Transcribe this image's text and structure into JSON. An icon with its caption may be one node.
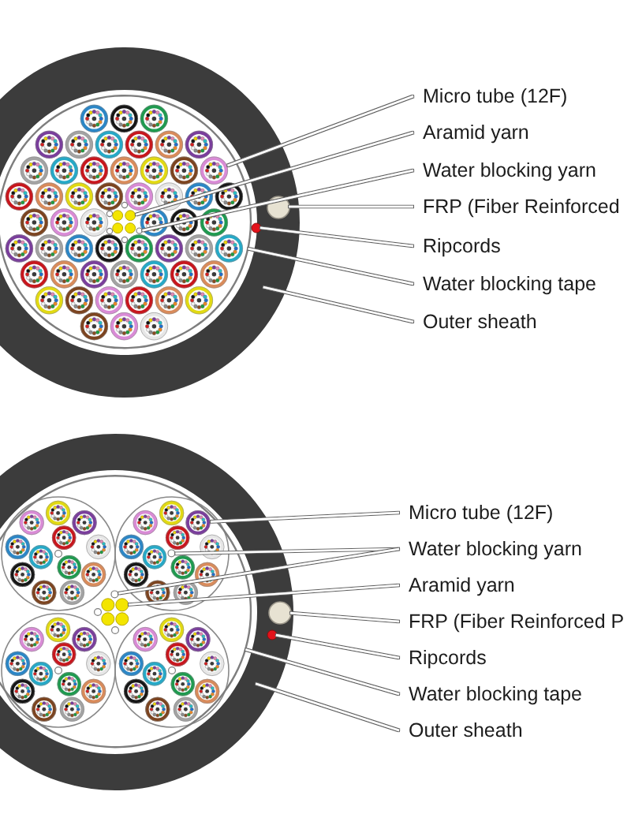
{
  "diagram": {
    "nodes": [
      {
        "text": [
          "Micro tube (12F)"
        ]
      },
      {
        "text": [
          "Aramid yarn"
        ]
      },
      {
        "text": [
          "Water blocking yarn"
        ]
      },
      {
        "text": [
          "FRP (Fiber Reinforced"
        ]
      },
      {
        "text": [
          "Ripcords"
        ]
      },
      {
        "text": [
          "Water blocking tape"
        ]
      },
      {
        "text": [
          "Outer sheath"
        ]
      },
      {
        "text": [
          "Micro tube (12F)"
        ]
      },
      {
        "text": [
          "Water blocking yarn"
        ]
      },
      {
        "text": [
          "Aramid yarn"
        ]
      },
      {
        "text": [
          "FRP (Fiber Reinforced P"
        ]
      },
      {
        "text": [
          "Ripcords"
        ]
      },
      {
        "text": [
          "Water blocking tape"
        ]
      },
      {
        "text": [
          "Outer sheath"
        ]
      },
      {
        "text": [],
        "shape": "ring"
      },
      {
        "text": [],
        "shape": "ring",
        "in": 14
      },
      {
        "text": [],
        "shape": "circle",
        "in": 15
      },
      {
        "text": [],
        "shape": "circle",
        "in": 16
      },
      {
        "text": [],
        "shape": "circle",
        "in": 16
      },
      {
        "text": [],
        "shape": "circle",
        "in": 14
      },
      {
        "text": [],
        "shape": "circle",
        "in": 14
      },
      {
        "text": [],
        "shape": "ring"
      },
      {
        "text": [],
        "shape": "ring",
        "in": 21
      },
      {
        "text": [],
        "shape": "circle",
        "in": 22
      },
      {
        "text": [],
        "shape": "circle",
        "in": 23
      },
      {
        "text": [],
        "shape": "circle",
        "in": 23
      },
      {
        "text": [],
        "shape": "circle",
        "in": 23
      },
      {
        "text": [],
        "shape": "circle",
        "in": 21
      },
      {
        "text": [],
        "shape": "circle",
        "in": 21
      }
    ],
    "edges": [
      {
        "from": 0,
        "to": 16,
        "arrow": "none"
      },
      {
        "from": 1,
        "to": 17,
        "arrow": "none"
      },
      {
        "from": 2,
        "to": 18,
        "arrow": "none"
      },
      {
        "from": 3,
        "to": 19,
        "arrow": "none"
      },
      {
        "from": 4,
        "to": 20,
        "arrow": "none"
      },
      {
        "from": 5,
        "to": 15,
        "arrow": "none"
      },
      {
        "from": 6,
        "to": 14,
        "arrow": "none"
      },
      {
        "from": 7,
        "to": 23,
        "arrow": "none"
      },
      {
        "from": 8,
        "to": 24,
        "arrow": "none"
      },
      {
        "from": 8,
        "to": 25,
        "arrow": "none"
      },
      {
        "from": 9,
        "to": 26,
        "arrow": "none"
      },
      {
        "from": 10,
        "to": 27,
        "arrow": "none"
      },
      {
        "from": 11,
        "to": 28,
        "arrow": "none"
      },
      {
        "from": 12,
        "to": 22,
        "arrow": "none"
      },
      {
        "from": 13,
        "to": 21,
        "arrow": "none"
      }
    ]
  }
}
